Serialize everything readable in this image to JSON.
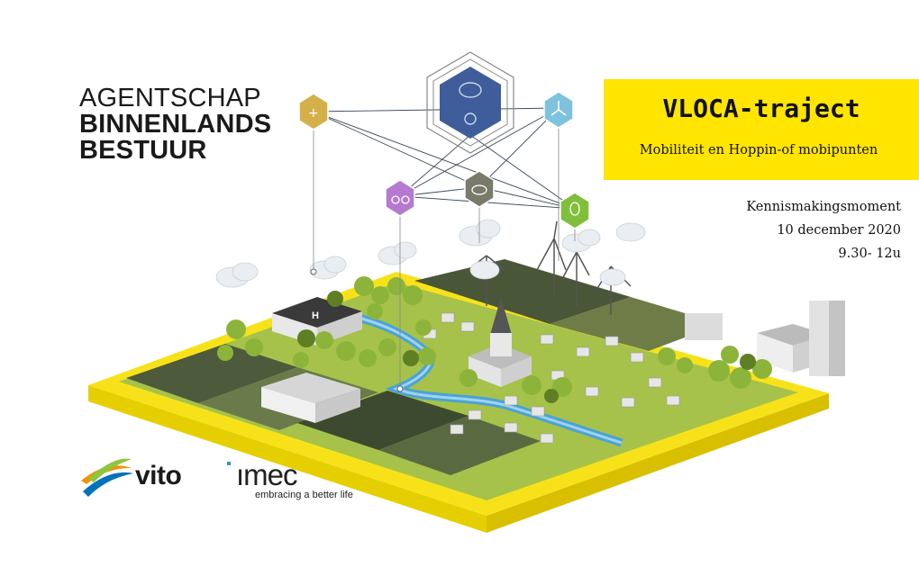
{
  "agency": {
    "line1": "AGENTSCHAP",
    "line2": "BINNENLANDS",
    "line3": "BESTUUR"
  },
  "title_box": {
    "title": "VLOCA-traject",
    "subtitle": "Mobiliteit en Hoppin-of mobipunten",
    "background": "#ffe500"
  },
  "event": {
    "name": "Kennismakingsmoment",
    "date": "10 december 2020",
    "time": "9.30- 12u"
  },
  "logos": {
    "vito": "vito",
    "imec": "ımec",
    "imec_tagline": "embracing a better life"
  },
  "colors": {
    "platform_yellow": "#f7e21a",
    "grass": "#8fb23a",
    "water": "#4aa3d6",
    "vito_orange": "#f39200",
    "vito_blue": "#0072bb",
    "vito_green": "#8dc63f",
    "imec_teal": "#2a9bb8"
  },
  "icons": [
    "health-hex-icon",
    "weather-hex-icon",
    "wind-turbine-hex-icon",
    "mobility-hex-icon",
    "cloud-hex-icon",
    "tree-hex-icon",
    "helicopter-pad-icon",
    "wind-turbine-icon"
  ]
}
